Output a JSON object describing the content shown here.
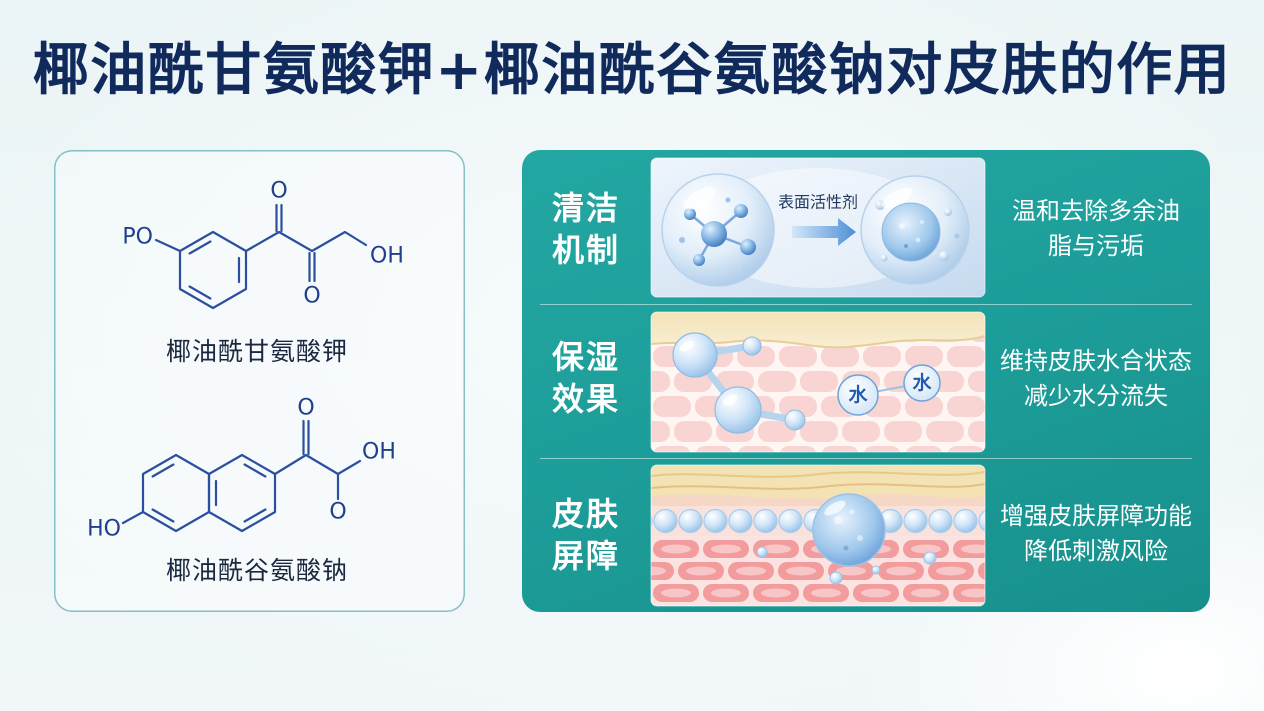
{
  "title": "椰油酰甘氨酸钾+椰油酰谷氨酸钠对皮肤的作用",
  "compounds": [
    {
      "name": "椰油酰甘氨酸钾",
      "atoms": {
        "substituent": "PO",
        "carbonyl_top": "O",
        "carbonyl_bottom": "O",
        "hydroxyl": "OH"
      }
    },
    {
      "name": "椰油酰谷氨酸钠",
      "atoms": {
        "carbonyl_top": "O",
        "hydroxyl": "OH",
        "oxygen_bottom": "O",
        "substituent": "HO"
      }
    }
  ],
  "effects": [
    {
      "label": [
        "清洁",
        "机制"
      ],
      "illustration": {
        "caption": "表面活性剂",
        "arrow_icon": "arrow-right-icon"
      },
      "description": [
        "温和去除多余油",
        "脂与污垢"
      ]
    },
    {
      "label": [
        "保湿",
        "效果"
      ],
      "illustration": {
        "water_labels": [
          "水",
          "水"
        ]
      },
      "description": [
        "维持皮肤水合状态",
        "减少水分流失"
      ]
    },
    {
      "label": [
        "皮肤",
        "屏障"
      ],
      "illustration": {},
      "description": [
        "增强皮肤屏障功能",
        "降低刺激风险"
      ]
    }
  ],
  "colors": {
    "title": "#112a5c",
    "panel": "#1d9d99",
    "panel_border": "#86c0c6",
    "structure": "#2b4f9e",
    "atom_label": "#1f3f8c"
  }
}
